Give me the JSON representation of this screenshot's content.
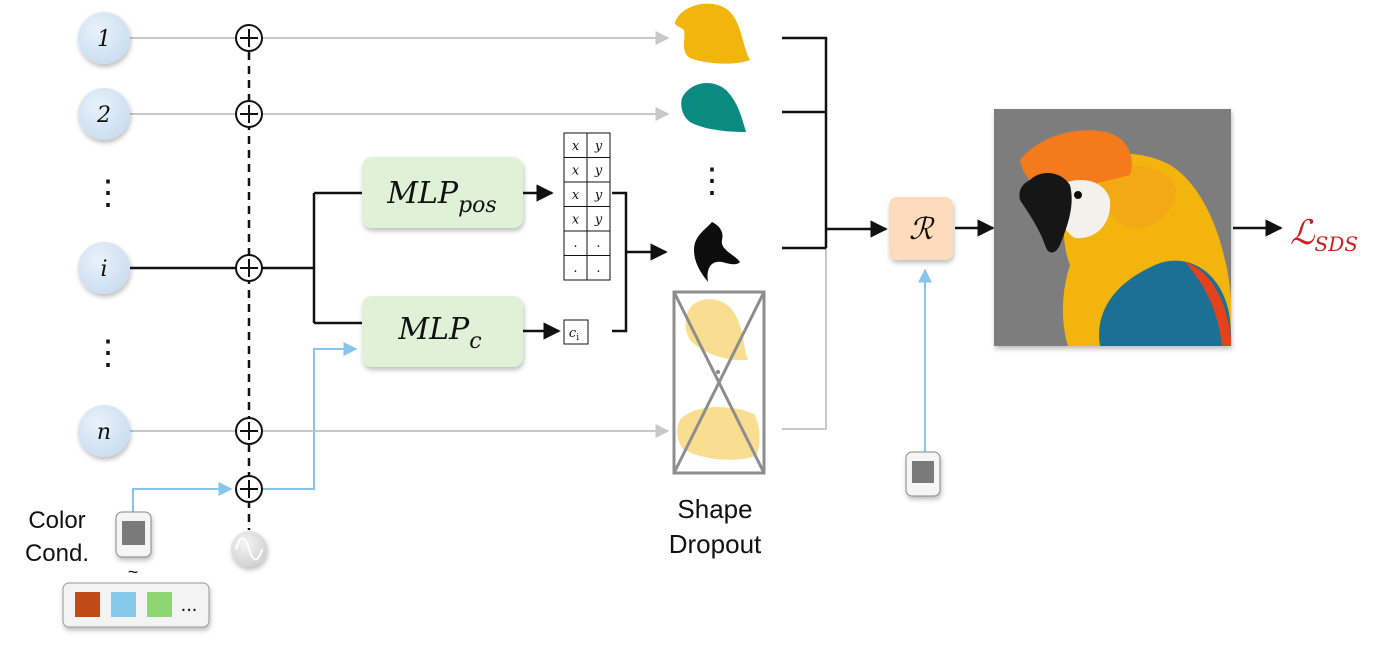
{
  "tokens": {
    "t1": "1",
    "t2": "2",
    "ti": "i",
    "tn": "n",
    "dots_upper": "⋮",
    "dots_lower": "⋮"
  },
  "mlp": {
    "pos_base": "MLP",
    "pos_sub": "pos",
    "c_base": "MLP",
    "c_sub": "c"
  },
  "table": {
    "rows": [
      [
        "x",
        "y"
      ],
      [
        "x",
        "y"
      ],
      [
        "x",
        "y"
      ],
      [
        "x",
        "y"
      ],
      [
        ".",
        "."
      ],
      [
        ".",
        "."
      ]
    ]
  },
  "color_token": "c",
  "color_token_sub": "i",
  "shape_dots": "⋮",
  "shape_dropout": {
    "line1": "Shape",
    "line2": "Dropout"
  },
  "renderer": "ℛ",
  "loss": {
    "base": "ℒ",
    "sub": "SDS"
  },
  "color_cond": {
    "line1": "Color",
    "line2": "Cond.",
    "tilde": "~",
    "more": "...",
    "swatches": [
      "#c24a16",
      "#87c9eb",
      "#8ed672"
    ]
  },
  "colors": {
    "node_fill": "#d6e6f5",
    "mlp_fill": "#dff2d8",
    "renderer_fill": "#fcdcbc",
    "cond_line": "#87c5ea",
    "gray_line": "#c8c8c8",
    "loss": "#cc1f1f",
    "shape_yellow": "#f2b50b",
    "shape_teal": "#0b8a82"
  }
}
